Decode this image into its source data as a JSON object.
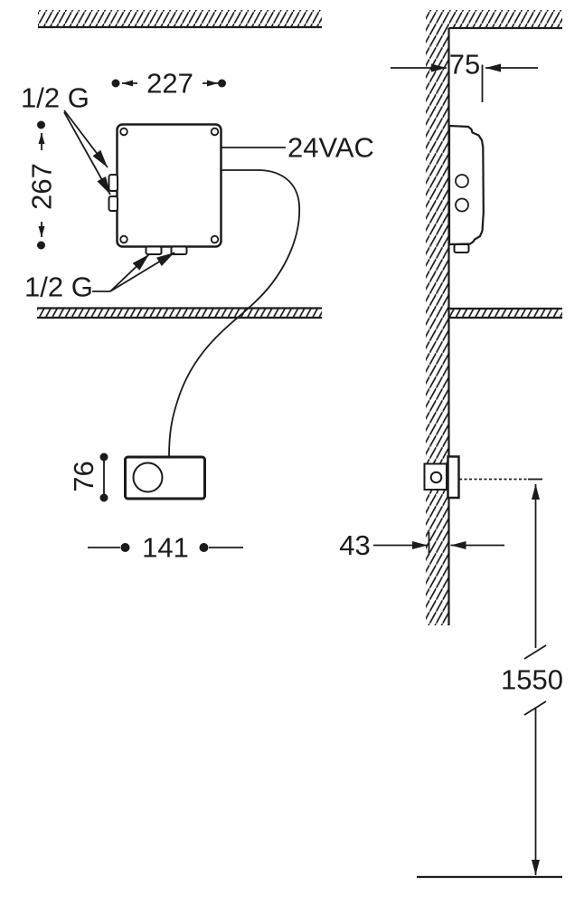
{
  "diagram": {
    "type": "installation-dimension-drawing",
    "background_color": "#ffffff",
    "line_color": "#1b1b1b",
    "front_view": {
      "labels": {
        "width_top": "227",
        "height_left": "267",
        "inlet_top": "1/2 G",
        "inlet_bottom": "1/2 G",
        "power": "24VAC",
        "sensor_height": "76",
        "sensor_width": "141"
      }
    },
    "side_view": {
      "labels": {
        "box_depth": "75",
        "wall_thickness": "43",
        "mount_height": "1550"
      }
    }
  }
}
